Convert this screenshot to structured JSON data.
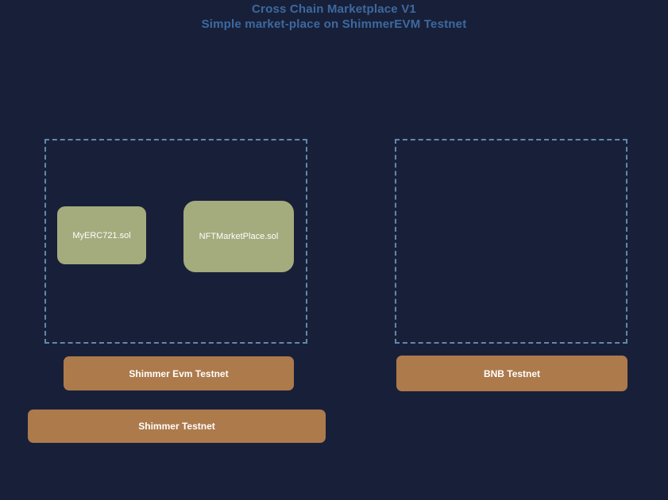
{
  "title": {
    "line1": "Cross Chain Marketplace V1",
    "line2": "Simple market-place on ShimmerEVM Testnet"
  },
  "colors": {
    "background": "#182039",
    "title_text": "#3d69a0",
    "group_dashed_border": "#6287ad",
    "contract_fill": "#a4ab7d",
    "network_fill": "#ad7a4b",
    "node_text": "#ffffff"
  },
  "groups": [
    {
      "name": "shimmer-evm-testnet-group"
    },
    {
      "name": "bnb-testnet-group"
    }
  ],
  "contracts": [
    {
      "label": "MyERC721.sol"
    },
    {
      "label": "NFTMarketPlace.sol"
    }
  ],
  "networks": [
    {
      "label": "Shimmer Evm Testnet"
    },
    {
      "label": "BNB Testnet"
    },
    {
      "label": "Shimmer Testnet"
    }
  ]
}
